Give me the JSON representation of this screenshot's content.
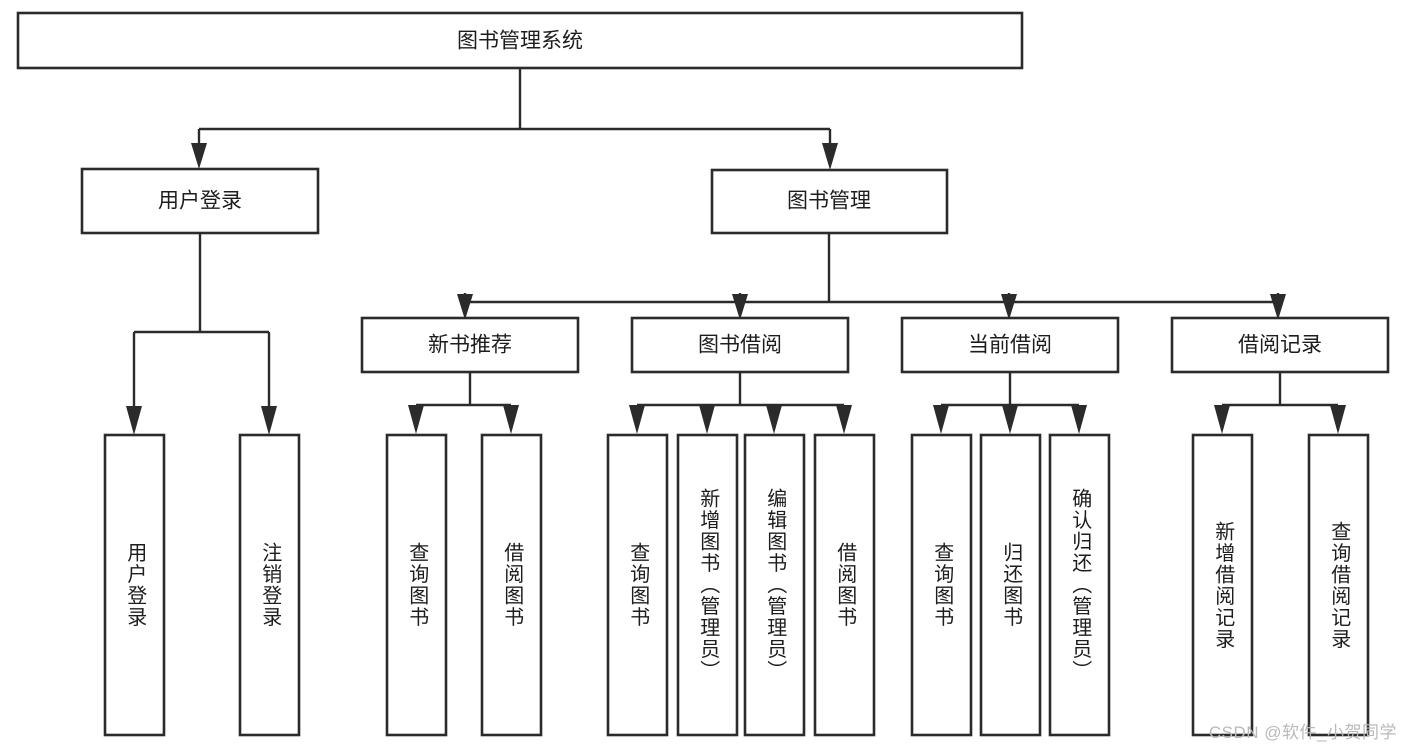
{
  "diagram": {
    "type": "tree-hierarchy",
    "title": "图书管理系统",
    "orientation": "top-down",
    "watermark": "CSDN @软件_小贺同学",
    "colors": {
      "box_stroke": "#2b2b2b",
      "box_fill": "#ffffff",
      "connector": "#2b2b2b",
      "text": "#1d1d1d",
      "watermark": "#b9b9b9",
      "background": "#ffffff"
    },
    "levels": {
      "root": "图书管理系统",
      "level2": [
        "用户登录",
        "图书管理"
      ],
      "level3": [
        "新书推荐",
        "图书借阅",
        "当前借阅",
        "借阅记录"
      ]
    },
    "nodes": {
      "root": {
        "label": "图书管理系统"
      },
      "user_login": {
        "label": "用户登录"
      },
      "book_manage": {
        "label": "图书管理"
      },
      "new_book_rec": {
        "label": "新书推荐"
      },
      "book_borrow": {
        "label": "图书借阅"
      },
      "current_borrow": {
        "label": "当前借阅"
      },
      "borrow_record": {
        "label": "借阅记录"
      }
    },
    "leaves": {
      "user_login_children": [
        {
          "label": "用户登录"
        },
        {
          "label": "注销登录"
        }
      ],
      "new_book_rec_children": [
        {
          "label": "查询图书"
        },
        {
          "label": "借阅图书"
        }
      ],
      "book_borrow_children": [
        {
          "label": "查询图书"
        },
        {
          "label": "新增图书（管理员）"
        },
        {
          "label": "编辑图书（管理员）"
        },
        {
          "label": "借阅图书"
        }
      ],
      "current_borrow_children": [
        {
          "label": "查询图书"
        },
        {
          "label": "归还图书"
        },
        {
          "label": "确认归还（管理员）"
        }
      ],
      "borrow_record_children": [
        {
          "label": "新增借阅记录"
        },
        {
          "label": "查询借阅记录"
        }
      ]
    }
  }
}
